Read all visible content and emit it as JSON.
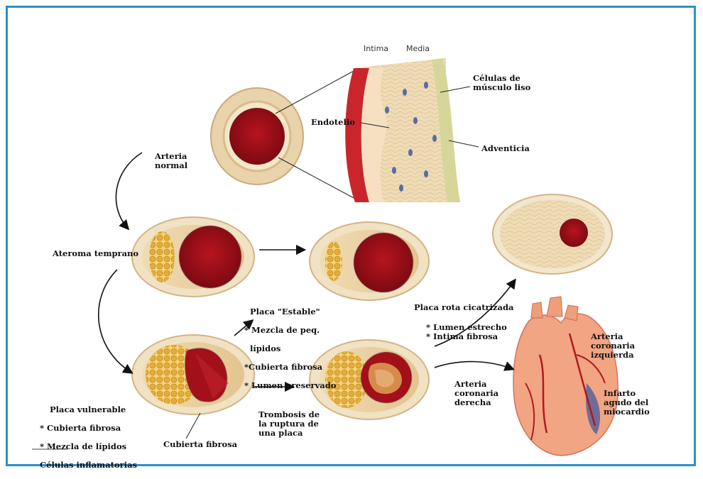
{
  "layers": {
    "intima": "Intima",
    "media": "Media"
  },
  "labels": {
    "celulas_musculo": "Células de\nmúsculo liso",
    "endotelio": "Endotelio",
    "adventicia": "Adventicia",
    "arteria_normal": "Arteria\nnormal",
    "ateroma_temprano": "Ateroma temprano",
    "placa_estable": [
      "Placa \"Estable\"",
      "* Mezcla de peq.",
      "lípidos",
      "*Cubierta fibrosa",
      "* Lumen preservado"
    ],
    "placa_rota": "Placa rota cicatrizada",
    "lumen_estrecho": "* Lumen estrecho",
    "intima_fibrosa": "* Intima fibrosa",
    "placa_vulnerable": [
      "Placa vulnerable",
      "* Cubierta fibrosa",
      "* Mezcla de lípidos",
      "Células inflamatorias"
    ],
    "cubierta_fibrosa": "Cubierta fibrosa",
    "trombosis": "Trombosis de\nla ruptura de\nuna placa",
    "arteria_izq": "Arteria\ncoronaria\nizquierda",
    "arteria_der": "Arteria\ncoronaria\nderecha",
    "infarto": "Infarto\nagudo del\nmiocardio"
  },
  "colors": {
    "border": "#2f8fc9",
    "lumen": "#a3101a",
    "wall": "#ead3a8",
    "lipid": "#e9b94a",
    "intima_red": "#c8262c"
  }
}
